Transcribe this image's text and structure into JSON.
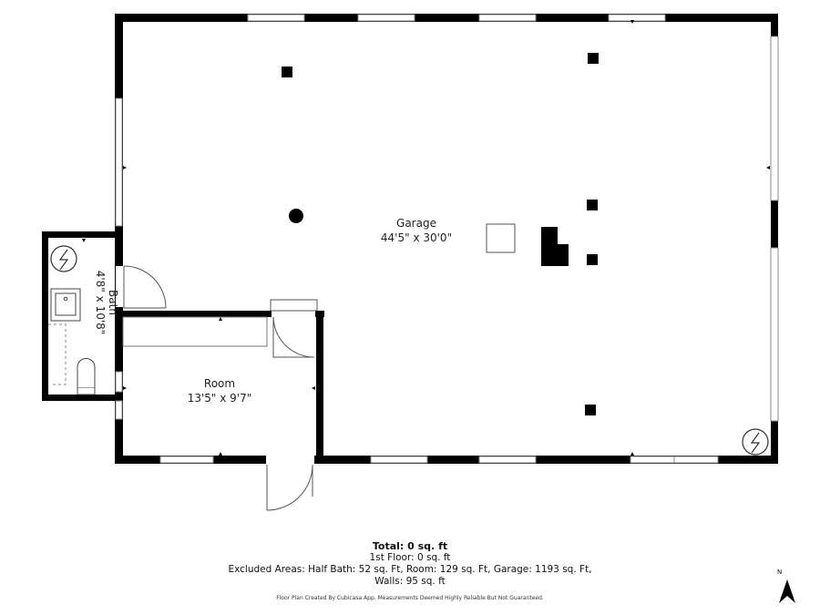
{
  "rooms": {
    "garage": {
      "name": "Garage",
      "dims": "44'5\" x 30'0\""
    },
    "room": {
      "name": "Room",
      "dims": "13'5\" x 9'7\""
    },
    "bath": {
      "name": "Bath",
      "dims": "4'8\" x 10'8\""
    }
  },
  "summary": {
    "total": "Total: 0 sq. ft",
    "floor": "1st Floor: 0 sq. ft",
    "excluded": "Excluded Areas: Half Bath: 52 sq. Ft, Room: 129 sq. Ft, Garage: 1193 sq. Ft,",
    "walls": "Walls: 95 sq. ft",
    "disclaimer": "Floor Plan Created By Cubicasa App. Measurements Deemed Highly Reliable But Not Guaranteed."
  },
  "compass": {
    "label": "N",
    "icon": "north-arrow-icon"
  },
  "colors": {
    "wall": "#000000",
    "window": "#9a9a9a",
    "fixture": "#444444"
  }
}
